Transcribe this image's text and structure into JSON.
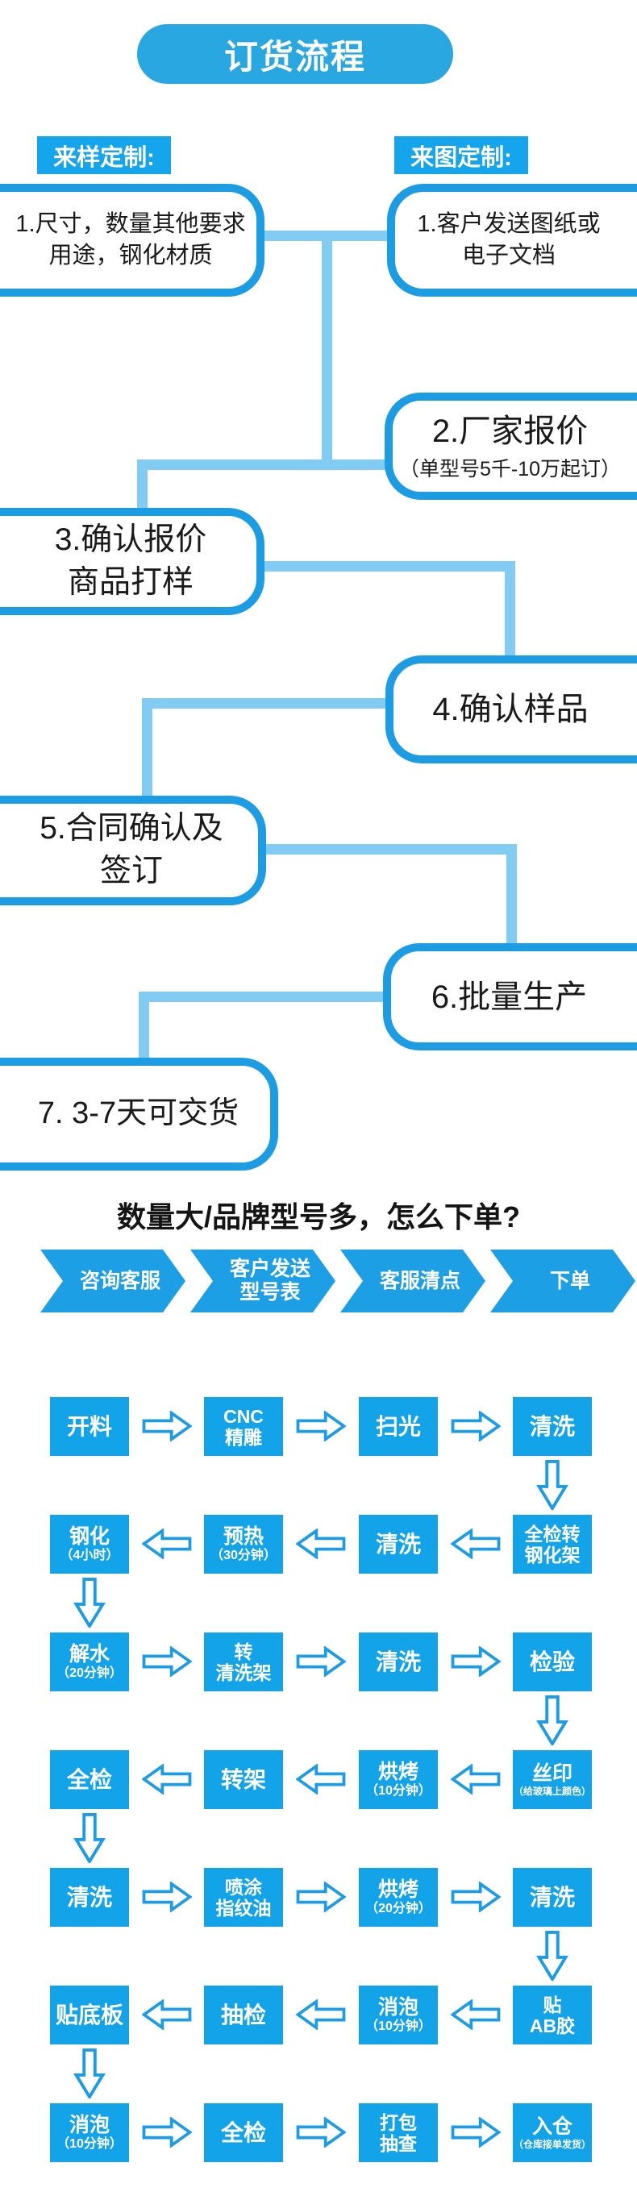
{
  "title": "订货流程",
  "branch_labels": {
    "sample": "来样定制:",
    "drawing": "来图定制:"
  },
  "flow": {
    "boxes": [
      {
        "id": "1L",
        "lines": [
          "1.尺寸，数量其他要求",
          "用途，钢化材质"
        ]
      },
      {
        "id": "1R",
        "lines": [
          "1.客户发送图纸或",
          "电子文档"
        ]
      },
      {
        "id": "2",
        "lines": [
          "2.厂家报价"
        ],
        "sub": "（单型号5千-10万起订）"
      },
      {
        "id": "3",
        "lines": [
          "3.确认报价",
          "商品打样"
        ]
      },
      {
        "id": "4",
        "lines": [
          "4.确认样品"
        ]
      },
      {
        "id": "5",
        "lines": [
          "5.合同确认及",
          "签订"
        ]
      },
      {
        "id": "6",
        "lines": [
          "6.批量生产"
        ]
      },
      {
        "id": "7",
        "lines": [
          "7. 3-7天可交货"
        ]
      }
    ]
  },
  "question": "数量大/品牌型号多，怎么下单?",
  "chevrons": [
    {
      "lines": [
        "咨询客服"
      ]
    },
    {
      "lines": [
        "客户发送",
        "型号表"
      ]
    },
    {
      "lines": [
        "客服清点"
      ]
    },
    {
      "lines": [
        "下单"
      ]
    }
  ],
  "process_grid": {
    "rows": [
      {
        "direction": "right",
        "down_arrow_col": 3,
        "cells": [
          {
            "lines": [
              "开料"
            ]
          },
          {
            "lines": [
              "CNC",
              "精雕"
            ]
          },
          {
            "lines": [
              "扫光"
            ]
          },
          {
            "lines": [
              "清洗"
            ]
          }
        ]
      },
      {
        "direction": "left",
        "down_arrow_col": 0,
        "cells": [
          {
            "lines": [
              "钢化"
            ],
            "sub": "（4小时）"
          },
          {
            "lines": [
              "预热"
            ],
            "sub": "（30分钟）"
          },
          {
            "lines": [
              "清洗"
            ]
          },
          {
            "lines": [
              "全检转",
              "钢化架"
            ]
          }
        ]
      },
      {
        "direction": "right",
        "down_arrow_col": 3,
        "cells": [
          {
            "lines": [
              "解水"
            ],
            "sub": "（20分钟）"
          },
          {
            "lines": [
              "转",
              "清洗架"
            ]
          },
          {
            "lines": [
              "清洗"
            ]
          },
          {
            "lines": [
              "检验"
            ]
          }
        ]
      },
      {
        "direction": "left",
        "down_arrow_col": 0,
        "cells": [
          {
            "lines": [
              "全检"
            ]
          },
          {
            "lines": [
              "转架"
            ]
          },
          {
            "lines": [
              "烘烤"
            ],
            "sub": "（10分钟）"
          },
          {
            "lines": [
              "丝印"
            ],
            "sub": "（给玻璃上颜色）"
          }
        ]
      },
      {
        "direction": "right",
        "down_arrow_col": 3,
        "cells": [
          {
            "lines": [
              "清洗"
            ]
          },
          {
            "lines": [
              "喷涂",
              "指纹油"
            ]
          },
          {
            "lines": [
              "烘烤"
            ],
            "sub": "（20分钟）"
          },
          {
            "lines": [
              "清洗"
            ]
          }
        ]
      },
      {
        "direction": "left",
        "down_arrow_col": 0,
        "cells": [
          {
            "lines": [
              "贴底板"
            ]
          },
          {
            "lines": [
              "抽检"
            ]
          },
          {
            "lines": [
              "消泡"
            ],
            "sub": "（10分钟）"
          },
          {
            "lines": [
              "贴",
              "AB胶"
            ]
          }
        ]
      },
      {
        "direction": "right",
        "down_arrow_col": null,
        "cells": [
          {
            "lines": [
              "消泡"
            ],
            "sub": "（10分钟）"
          },
          {
            "lines": [
              "全检"
            ]
          },
          {
            "lines": [
              "打包",
              "抽查"
            ]
          },
          {
            "lines": [
              "入仓"
            ],
            "sub": "（仓库接单发货）"
          }
        ]
      }
    ]
  },
  "colors": {
    "primary_blue": "#1d9fe6",
    "box_border_blue": "#1c9de3",
    "grid_box_blue": "#13a3e8",
    "connector_light_blue": "#82ccf3",
    "label_blue": "#14a5ec",
    "text_dark": "#141414",
    "text_white": "#ffffff"
  }
}
